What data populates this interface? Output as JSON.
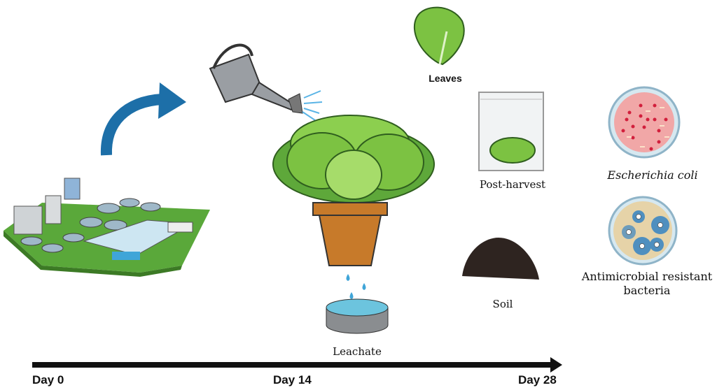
{
  "labels": {
    "leaves": "Leaves",
    "post_harvest": "Post-harvest",
    "soil": "Soil",
    "leachate": "Leachate",
    "ecoli": "Escherichia coli",
    "amr_line1": "Antimicrobial resistant",
    "amr_line2": "bacteria"
  },
  "timeline": {
    "start": "Day 0",
    "middle": "Day 14",
    "end": "Day 28"
  },
  "colors": {
    "arrow_blue": "#1d6fa8",
    "lettuce": "#7cc242",
    "pot": "#c77a2a",
    "ecoli_plate": "#f1a7a7",
    "amr_plate": "#e6d3a8"
  }
}
